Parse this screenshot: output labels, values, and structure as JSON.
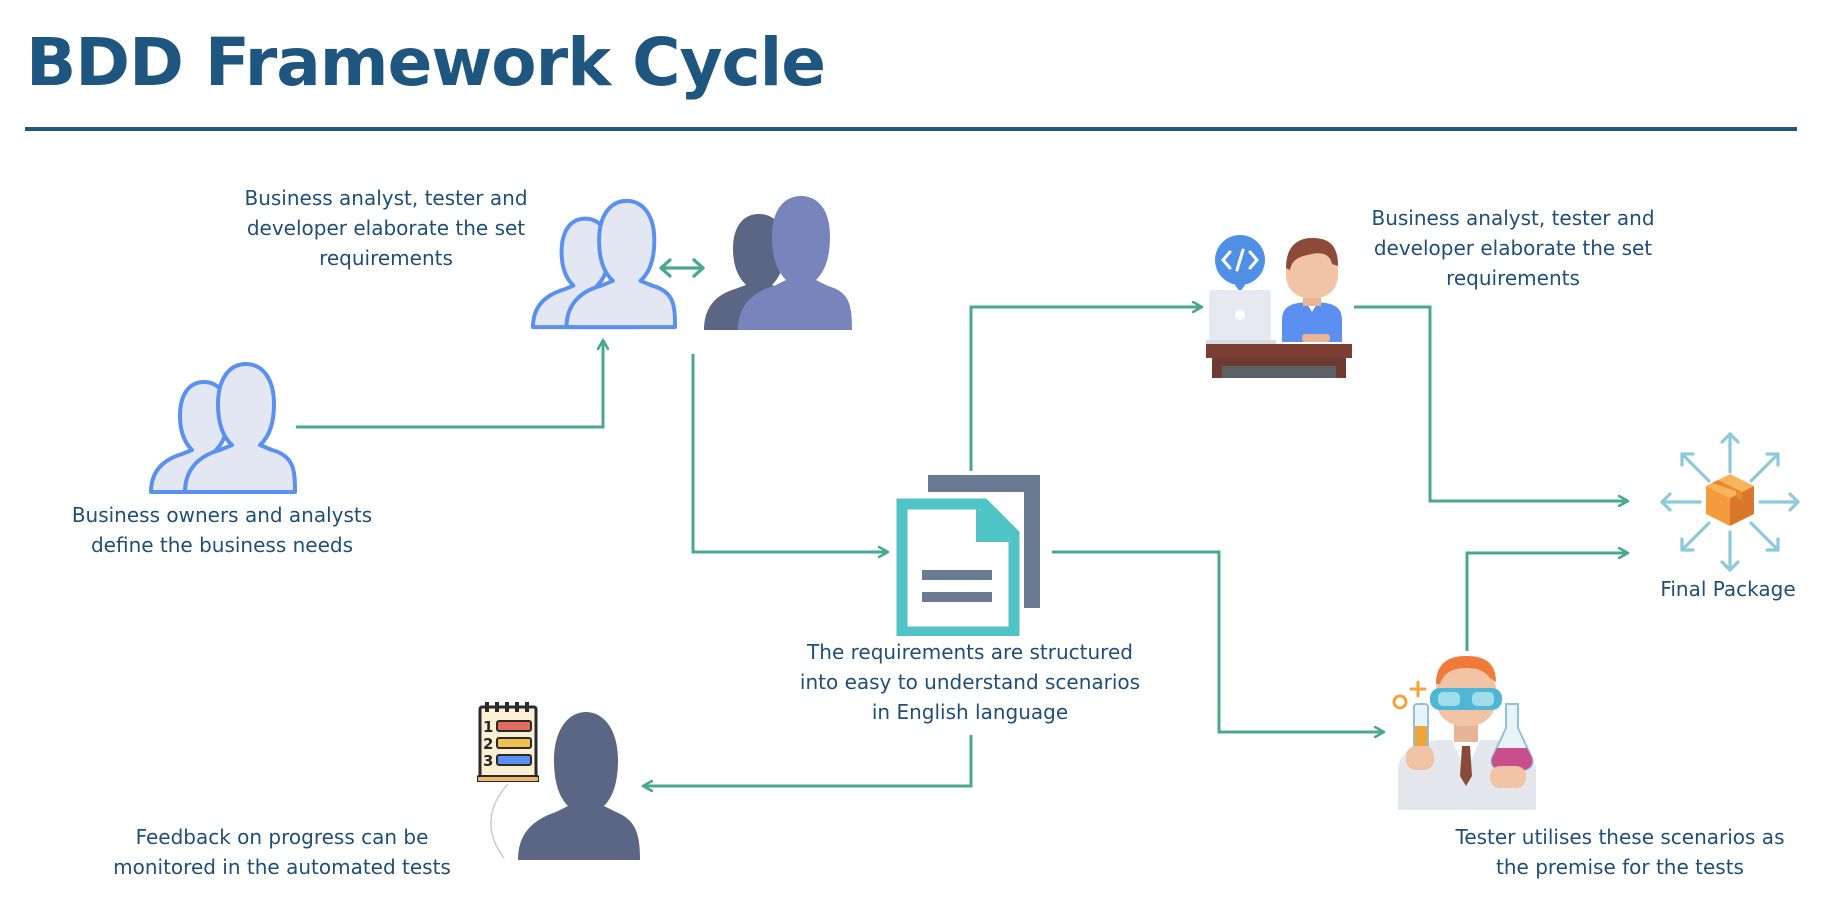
{
  "title": "BDD Framework Cycle",
  "colors": {
    "heading": "#1f5680",
    "caption": "#1f4e79",
    "connector": "#4aa88e",
    "person_light": "#e3e7f3",
    "person_outline": "#5b8ff0",
    "person_dark": "#5b6685",
    "person_mid": "#7885bd",
    "document": "#4fc3c6",
    "document_back": "#6a7a92",
    "package": "#f39b3d",
    "burst": "#8ec9d9"
  },
  "icons": {
    "owners": "user-group-outline-icon",
    "team_light": "user-group-outline-icon",
    "team_dark": "user-group-solid-icon",
    "exchange": "double-arrow-icon",
    "developer": "developer-at-desk-icon",
    "code_bubble": "code-bubble-icon",
    "document": "document-icon",
    "checklist": "checklist-icon",
    "feedback_person": "person-silhouette-icon",
    "tester": "lab-scientist-icon",
    "package": "package-burst-icon"
  },
  "captions": {
    "owners": "Business owners and analysts\ndefine the business needs",
    "team": "Business analyst, tester and\ndeveloper elaborate the set\nrequirements",
    "developer": "Business analyst, tester and\ndeveloper elaborate the set\nrequirements",
    "document": "The requirements are structured\ninto easy to understand scenarios\nin English language",
    "feedback": "Feedback on progress can be\nmonitored in the automated tests",
    "tester": "Tester utilises these scenarios as\nthe premise for the tests",
    "package": "Final Package"
  }
}
